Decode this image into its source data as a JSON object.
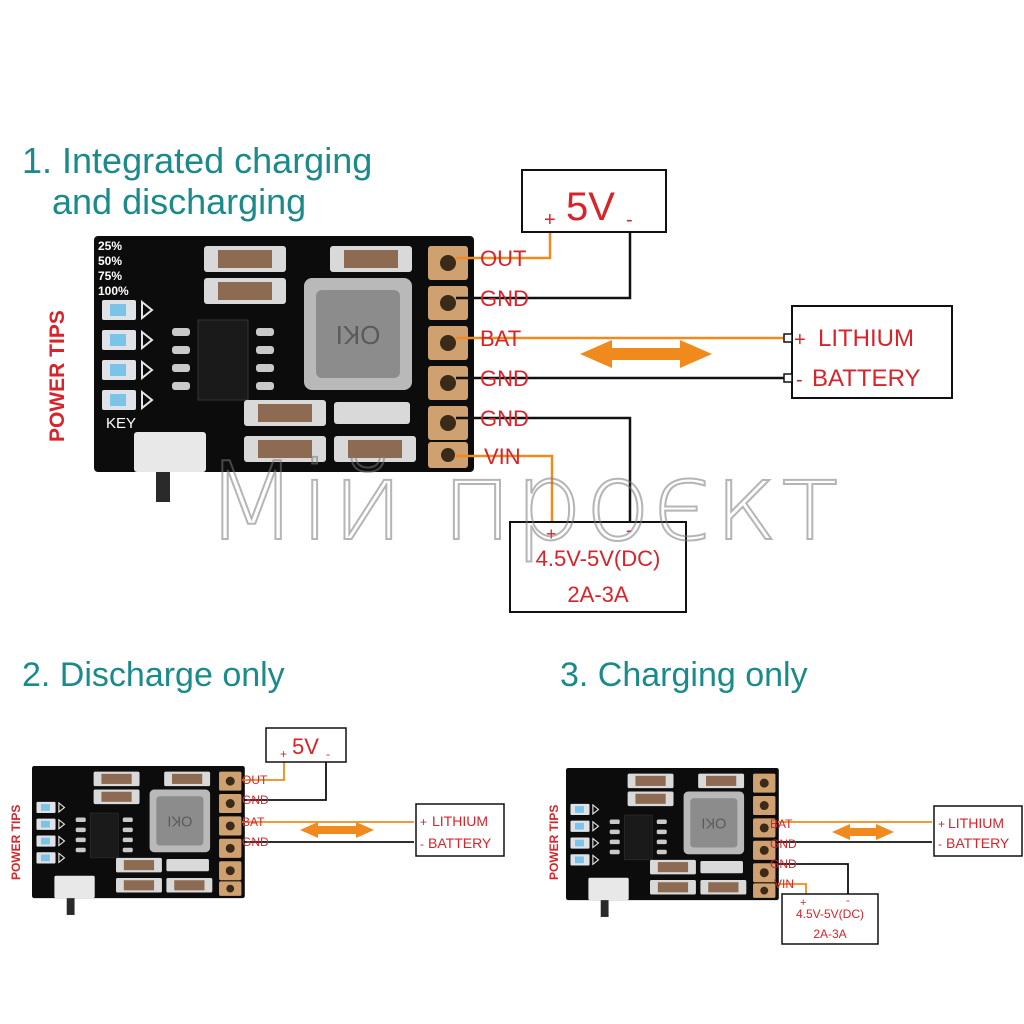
{
  "headings": {
    "integrated": "1. Integrated charging\n   and discharging",
    "discharge": "2. Discharge only",
    "charging": "3. Charging only"
  },
  "board": {
    "led_levels": [
      "25%",
      "50%",
      "75%",
      "100%"
    ],
    "key_label": "KEY",
    "side_label": "POWER TIPS",
    "chip_marking": "OKI"
  },
  "pins": {
    "out": "OUT",
    "gnd": "GND",
    "bat": "BAT",
    "vin": "VIN"
  },
  "output_box": {
    "voltage": "5V",
    "plus": "+",
    "minus": "-"
  },
  "battery_box": {
    "line1": "LITHIUM",
    "line2": "BATTERY",
    "plus": "+",
    "minus": "-"
  },
  "input_box": {
    "voltage": "4.5V-5V(DC)",
    "current": "2A-3A",
    "plus": "+",
    "minus": "-"
  },
  "watermark": "Мій проєкт",
  "colors": {
    "accent_wire": "#f08a1c",
    "label_red": "#d8232a",
    "heading_teal": "#1b8a8a",
    "board": "#0c0c0c"
  }
}
